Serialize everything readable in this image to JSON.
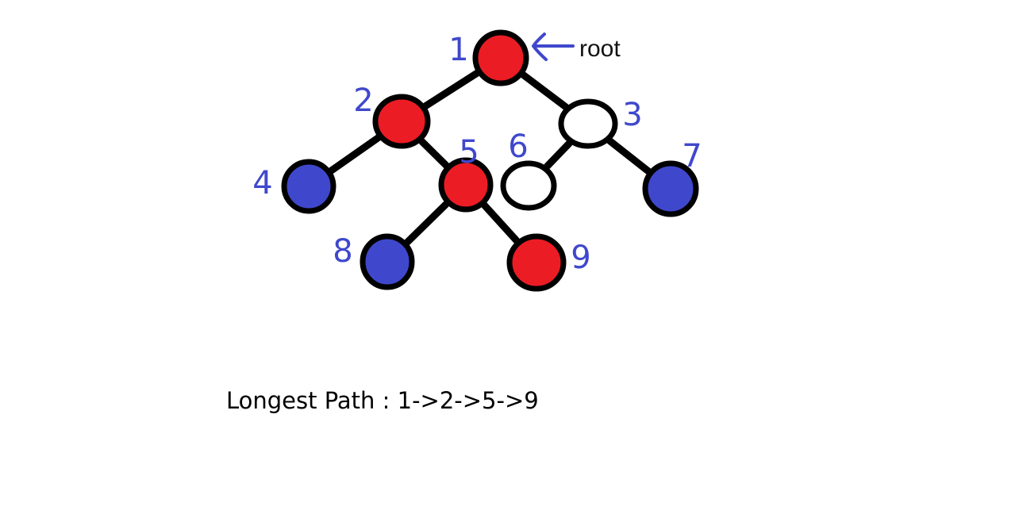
{
  "colors": {
    "path_node": "#ec1c24",
    "leaf_node": "#3f48cc",
    "plain_node": "#ffffff",
    "label": "#3f48cc",
    "edge": "#000000"
  },
  "root_annotation": {
    "text": "root",
    "arrow_icon": "left-arrow-icon"
  },
  "nodes": [
    {
      "id": "1",
      "label": "1",
      "fill": "path_node"
    },
    {
      "id": "2",
      "label": "2",
      "fill": "path_node"
    },
    {
      "id": "3",
      "label": "3",
      "fill": "plain_node"
    },
    {
      "id": "4",
      "label": "4",
      "fill": "leaf_node"
    },
    {
      "id": "5",
      "label": "5",
      "fill": "path_node"
    },
    {
      "id": "6",
      "label": "6",
      "fill": "plain_node"
    },
    {
      "id": "7",
      "label": "7",
      "fill": "leaf_node"
    },
    {
      "id": "8",
      "label": "8",
      "fill": "leaf_node"
    },
    {
      "id": "9",
      "label": "9",
      "fill": "path_node"
    }
  ],
  "edges": [
    {
      "from": "1",
      "to": "2"
    },
    {
      "from": "1",
      "to": "3"
    },
    {
      "from": "2",
      "to": "4"
    },
    {
      "from": "2",
      "to": "5"
    },
    {
      "from": "3",
      "to": "6"
    },
    {
      "from": "3",
      "to": "7"
    },
    {
      "from": "5",
      "to": "8"
    },
    {
      "from": "5",
      "to": "9"
    }
  ],
  "caption": "Longest Path : 1->2->5->9"
}
